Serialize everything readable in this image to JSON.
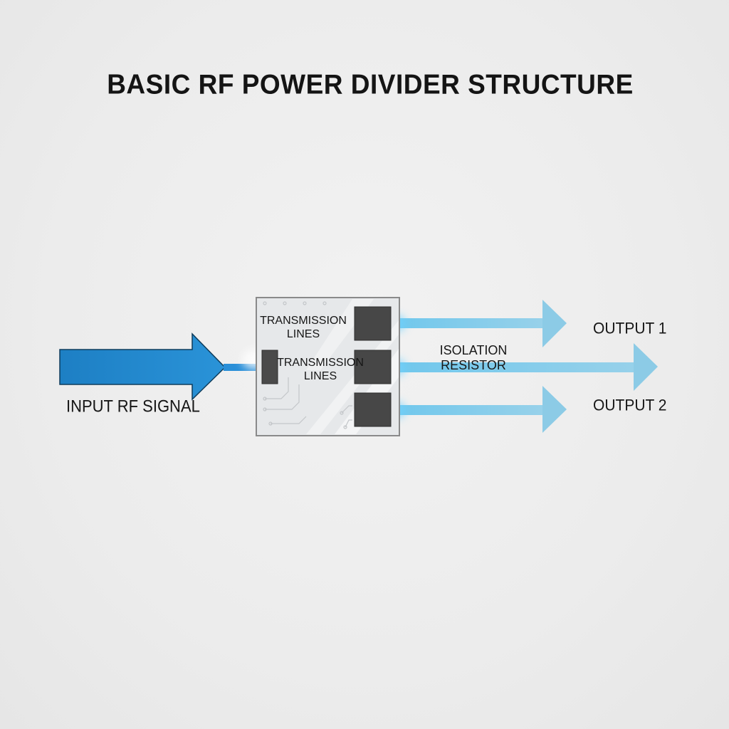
{
  "title": "BASIC RF POWER DIVIDER STRUCTURE",
  "labels": {
    "input": "INPUT RF SIGNAL",
    "output1": "OUTPUT 1",
    "output2": "OUTPUT 2",
    "isolation": "ISOLATION RESISTOR",
    "transmission_top": "TRANSMISSION LINES",
    "transmission_mid": "TRANSMISSION LINES"
  },
  "colors": {
    "input_arrow": "#1f86cc",
    "output_arrow": "#8ccbe6",
    "chip_border": "#8a8a8a",
    "chip_fill": "#e4e6e8",
    "component": "#474747",
    "glow": "#6fd3ff",
    "text": "#161616"
  }
}
